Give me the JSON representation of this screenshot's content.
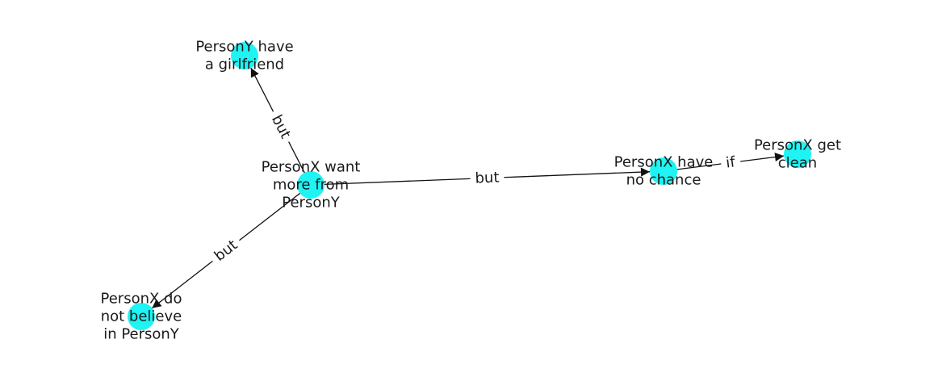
{
  "graph": {
    "node_color": "#1ff3f3",
    "edge_color": "#111111",
    "nodes": [
      {
        "id": "center",
        "lines": [
          "PersonX want",
          "more from",
          "PersonY"
        ]
      },
      {
        "id": "girlfriend",
        "lines": [
          "PersonY have",
          "a girlfriend"
        ]
      },
      {
        "id": "no_chance",
        "lines": [
          "PersonX have",
          "no chance"
        ]
      },
      {
        "id": "clean",
        "lines": [
          "PersonX get",
          "clean"
        ]
      },
      {
        "id": "believe",
        "lines": [
          "PersonX do",
          "not believe",
          "in PersonY"
        ]
      }
    ],
    "edges": [
      {
        "from": "center",
        "to": "girlfriend",
        "label": "but"
      },
      {
        "from": "center",
        "to": "no_chance",
        "label": "but"
      },
      {
        "from": "no_chance",
        "to": "clean",
        "label": "if"
      },
      {
        "from": "center",
        "to": "believe",
        "label": "but"
      }
    ]
  }
}
